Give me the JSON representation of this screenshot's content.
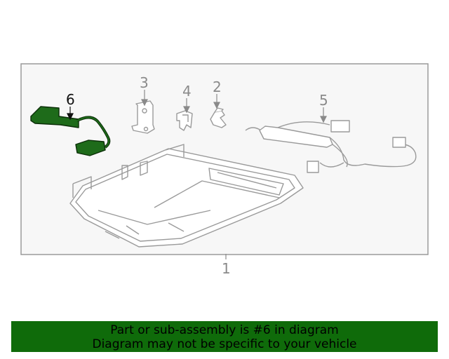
{
  "diagram": {
    "callouts": {
      "part1": "1",
      "part2": "2",
      "part3": "3",
      "part4": "4",
      "part5": "5",
      "part6": "6"
    },
    "highlighted_part": "6",
    "colors": {
      "panel_background": "#f7f7f7",
      "outline": "#9a9a9a",
      "highlight_fill": "#1e6b1a",
      "highlight_stroke": "#0b2e08",
      "banner": "#0f6b0a"
    }
  },
  "banner": {
    "line1": "Part or sub-assembly is #6 in diagram",
    "line2": "Diagram may not be specific to your vehicle"
  }
}
